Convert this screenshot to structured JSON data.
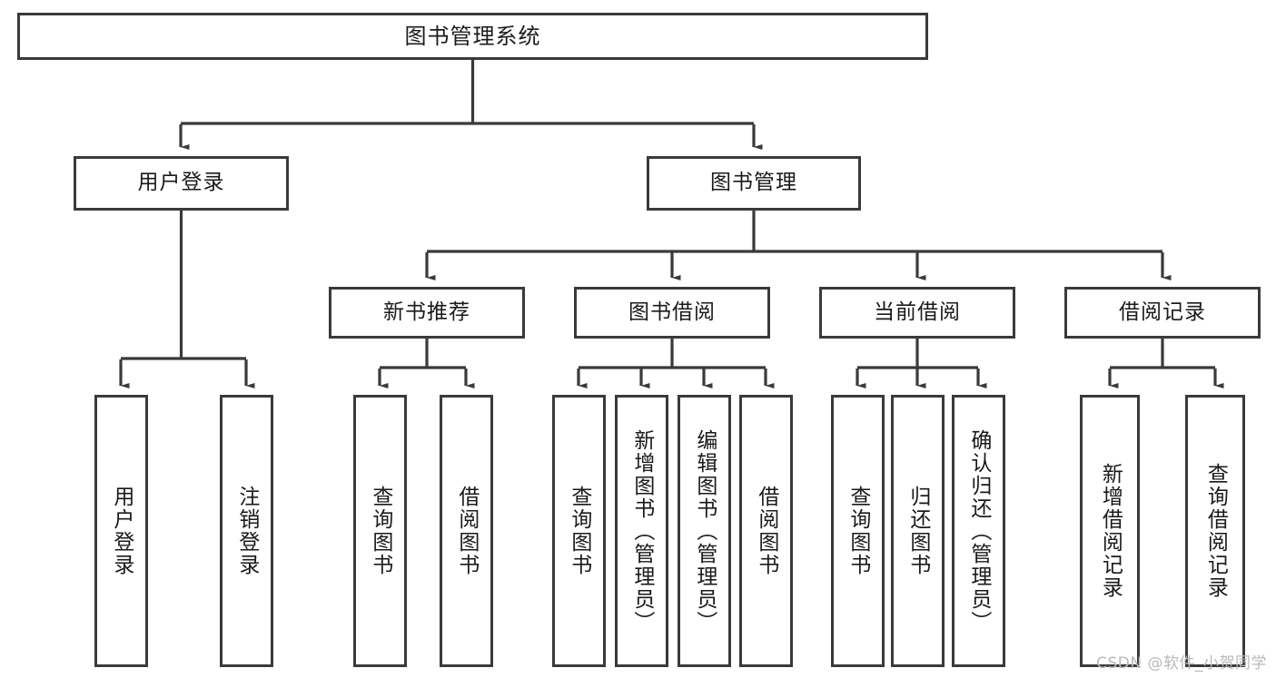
{
  "diagram": {
    "title": "图书管理系统",
    "type": "tree-hierarchy",
    "root": {
      "id": "root",
      "label": "图书管理系统"
    },
    "level2": [
      {
        "id": "user-login",
        "label": "用户登录"
      },
      {
        "id": "book-manage",
        "label": "图书管理"
      }
    ],
    "level3": [
      {
        "id": "new-book-recommend",
        "label": "新书推荐",
        "parent": "book-manage"
      },
      {
        "id": "book-borrow",
        "label": "图书借阅",
        "parent": "book-manage"
      },
      {
        "id": "current-borrow",
        "label": "当前借阅",
        "parent": "book-manage"
      },
      {
        "id": "borrow-record",
        "label": "借阅记录",
        "parent": "book-manage"
      }
    ],
    "leaves": [
      {
        "id": "leaf-user-login",
        "label": "用户登录",
        "parent": "user-login"
      },
      {
        "id": "leaf-user-logout",
        "label": "注销登录",
        "parent": "user-login"
      },
      {
        "id": "leaf-query-book-1",
        "label": "查询图书",
        "parent": "new-book-recommend"
      },
      {
        "id": "leaf-borrow-book-1",
        "label": "借阅图书",
        "parent": "new-book-recommend"
      },
      {
        "id": "leaf-query-book-2",
        "label": "查询图书",
        "parent": "book-borrow"
      },
      {
        "id": "leaf-add-book",
        "label": "新增图书（管理员）",
        "parent": "book-borrow"
      },
      {
        "id": "leaf-edit-book",
        "label": "编辑图书（管理员）",
        "parent": "book-borrow"
      },
      {
        "id": "leaf-borrow-book-2",
        "label": "借阅图书",
        "parent": "book-borrow"
      },
      {
        "id": "leaf-query-book-3",
        "label": "查询图书",
        "parent": "current-borrow"
      },
      {
        "id": "leaf-return-book",
        "label": "归还图书",
        "parent": "current-borrow"
      },
      {
        "id": "leaf-confirm-return",
        "label": "确认归还（管理员）",
        "parent": "current-borrow"
      },
      {
        "id": "leaf-add-record",
        "label": "新增借阅记录",
        "parent": "borrow-record"
      },
      {
        "id": "leaf-query-record",
        "label": "查询借阅记录",
        "parent": "borrow-record"
      }
    ],
    "colors": {
      "border": "#3a3a3a",
      "background": "#ffffff",
      "text": "#1a1a1a",
      "watermark": "#b9b9b9"
    }
  },
  "watermark": {
    "text": "CSDN @软件_小贺同学"
  }
}
